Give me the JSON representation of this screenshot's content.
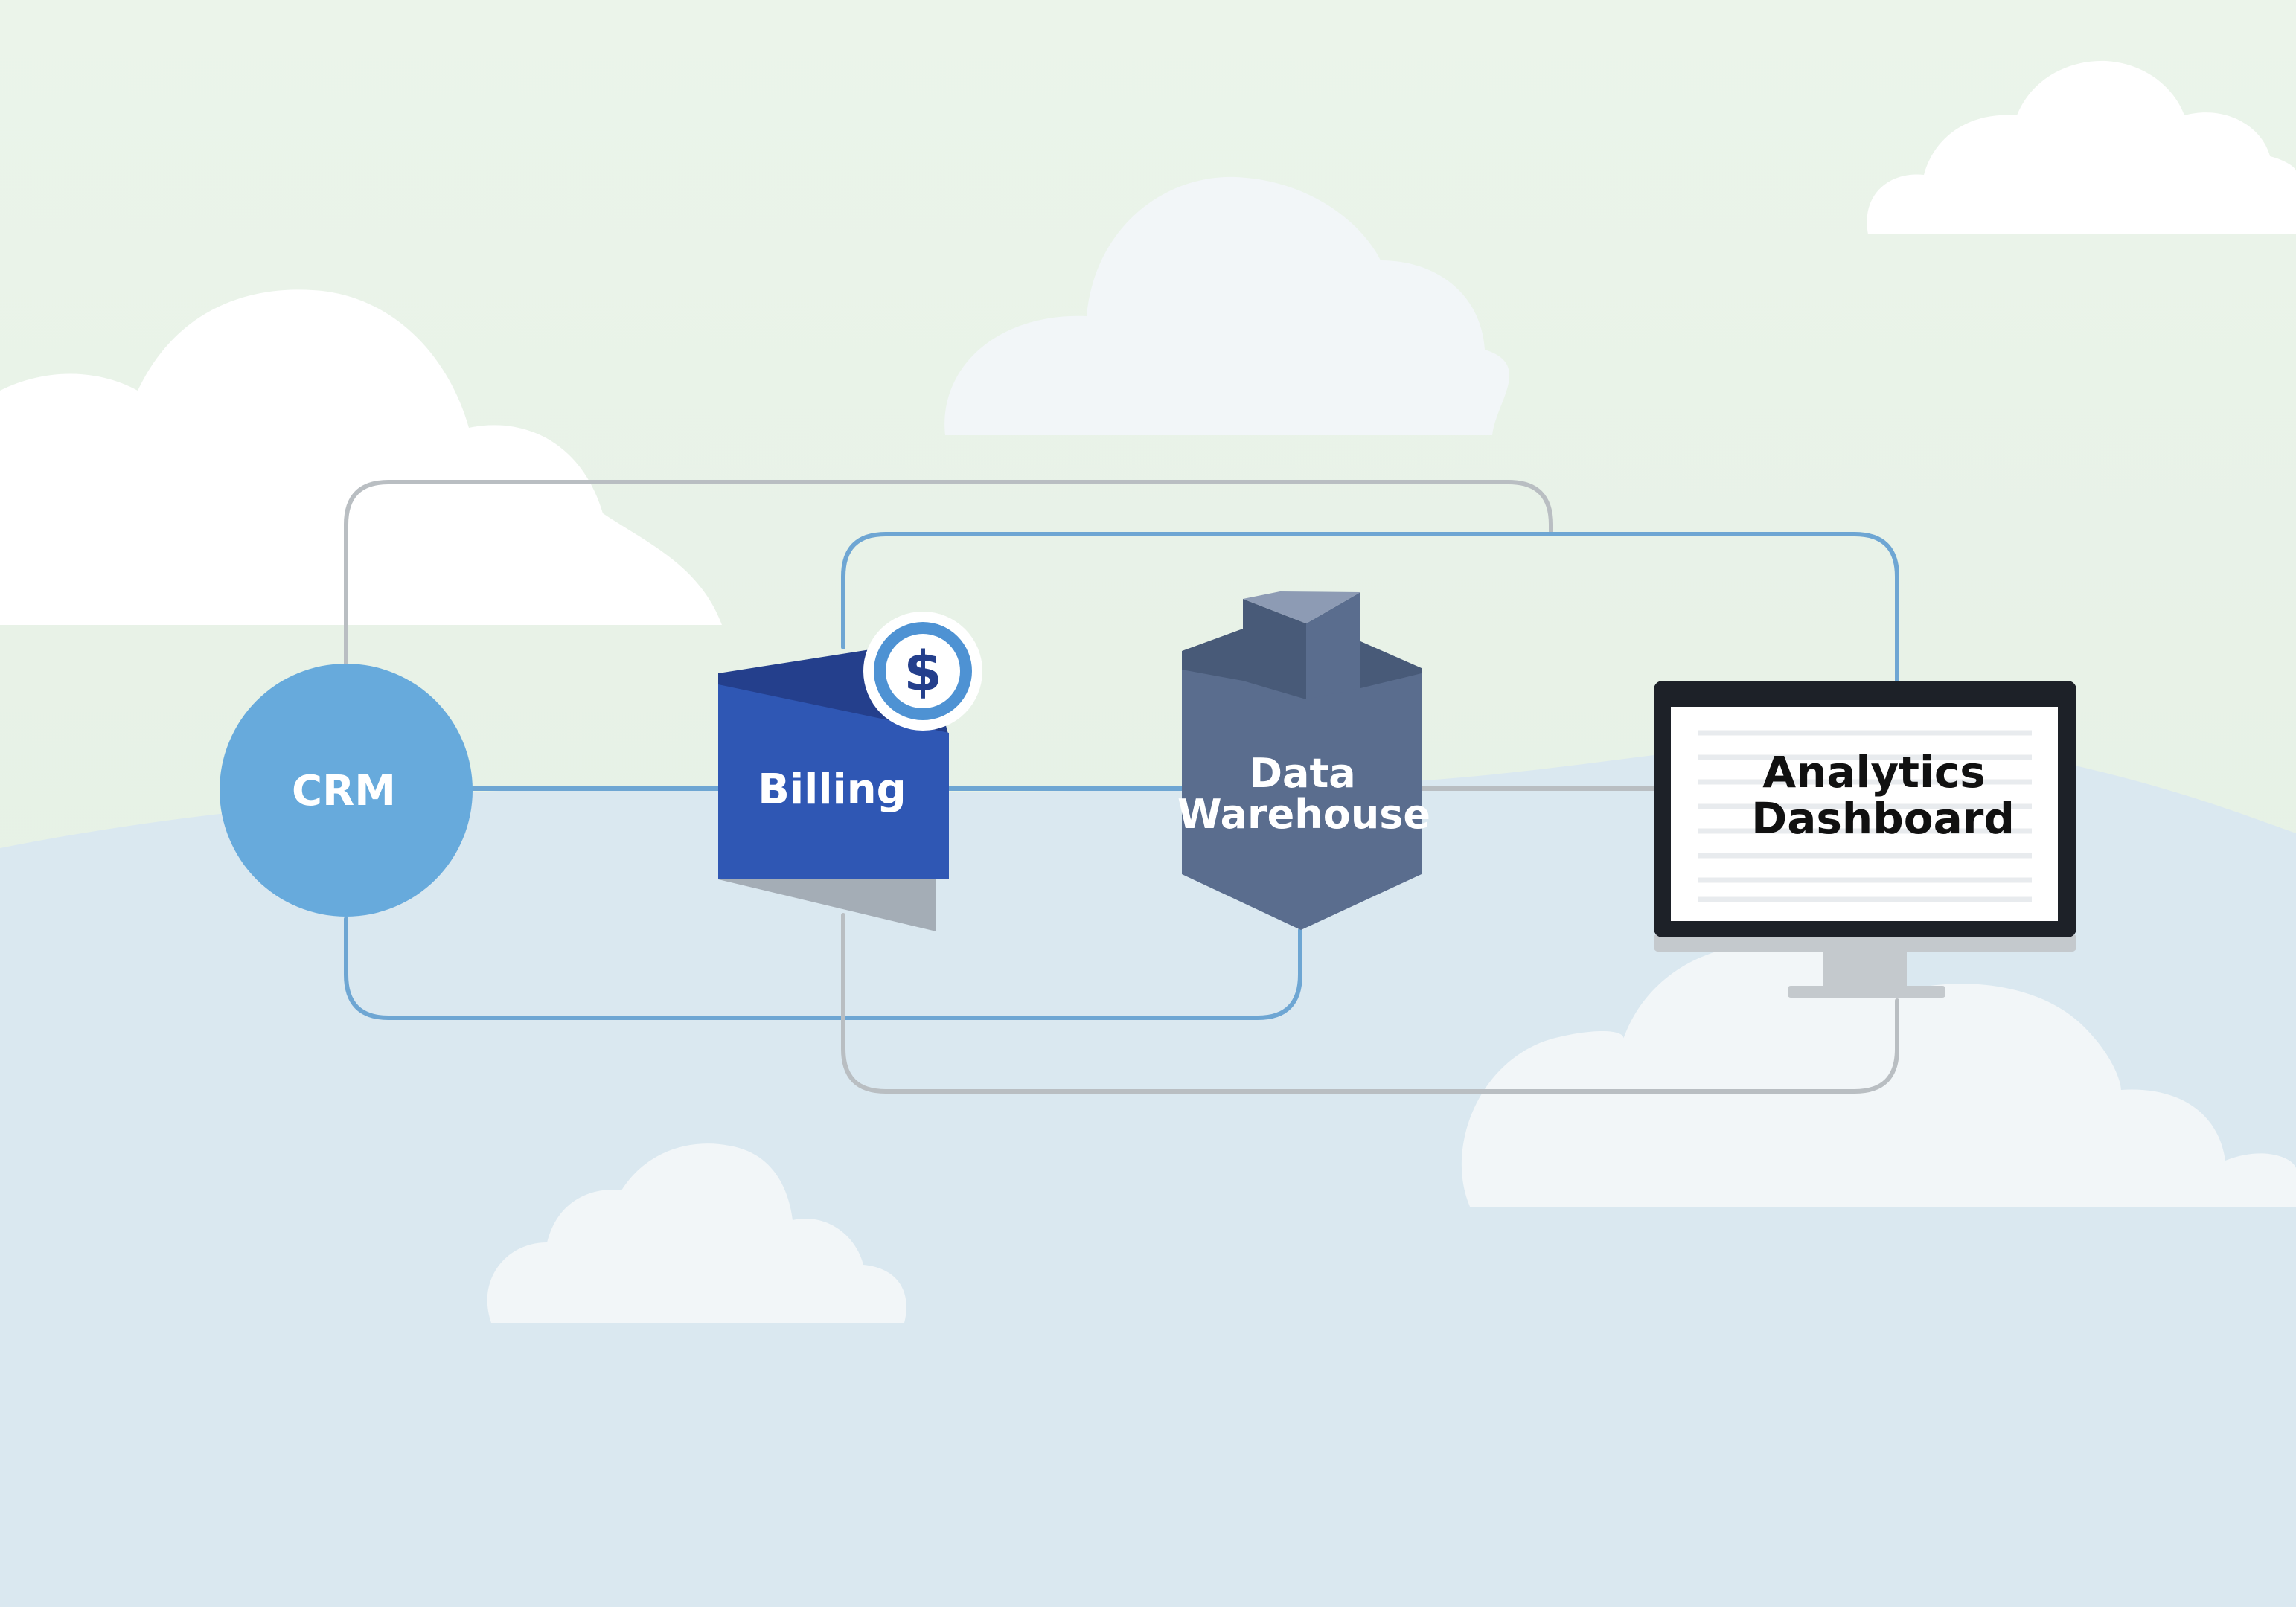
{
  "colors": {
    "sky_top": "#ebf4ea",
    "sky_mid": "#e3efe3",
    "ground": "#dae8f0",
    "cloud": "#ffffff",
    "cloud_soft": "#f2f6f8",
    "line_blue": "#6ea6d3",
    "line_gray": "#b9bec2",
    "crm": "#67aadc",
    "billing": "#2f57b4",
    "billing_dark": "#243f8c",
    "billing_shadow": "#a4adb6",
    "coin": "#4e92d3",
    "warehouse": "#5a6d8e",
    "warehouse_dark": "#485a78",
    "warehouse_top": "#8d9bb4",
    "monitor_frame": "#1d2128",
    "screen": "#ffffff",
    "stand": "#c4c9cd",
    "label_light": "#ffffff",
    "label_dark": "#111111"
  },
  "nodes": {
    "crm": {
      "label": "CRM"
    },
    "billing": {
      "label": "Billing",
      "icon": "dollar-coin-icon",
      "coin_symbol": "$"
    },
    "warehouse": {
      "label_line1": "Data",
      "label_line2": "Warehouse"
    },
    "dashboard": {
      "label_line1": "Analytics",
      "label_line2": "Dashboard",
      "icon": "monitor-icon"
    }
  }
}
